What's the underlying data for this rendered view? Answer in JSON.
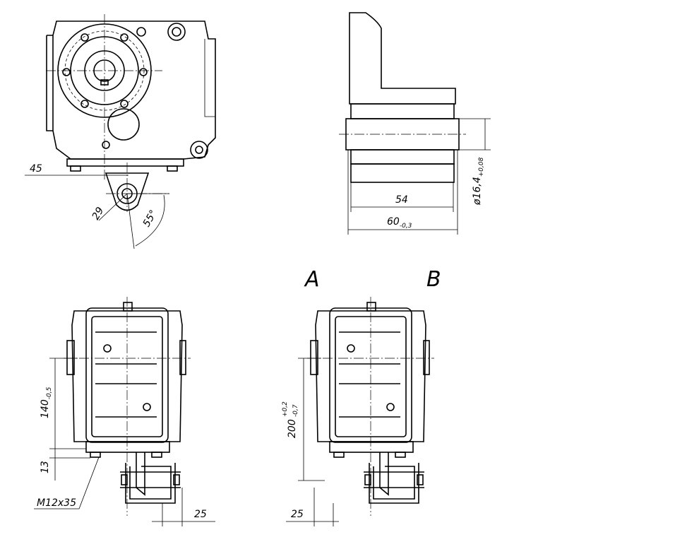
{
  "dimensions": {
    "offset_45": "45",
    "radius_29": "29",
    "angle_55": "55°",
    "length_54": "54",
    "length_60": "60",
    "length_60_tol": "-0,3",
    "dia_16": "ø16,4",
    "dia_16_tol": "+0,08",
    "height_140": "140",
    "height_140_tol": "-0,5",
    "height_13": "13",
    "bolt": "M12x35",
    "offset_25_a": "25",
    "height_200": "200",
    "height_200_tol_up": "+0,2",
    "height_200_tol_low": "-0,7",
    "offset_25_b": "25"
  },
  "views": {
    "a": "A",
    "b": "B"
  }
}
